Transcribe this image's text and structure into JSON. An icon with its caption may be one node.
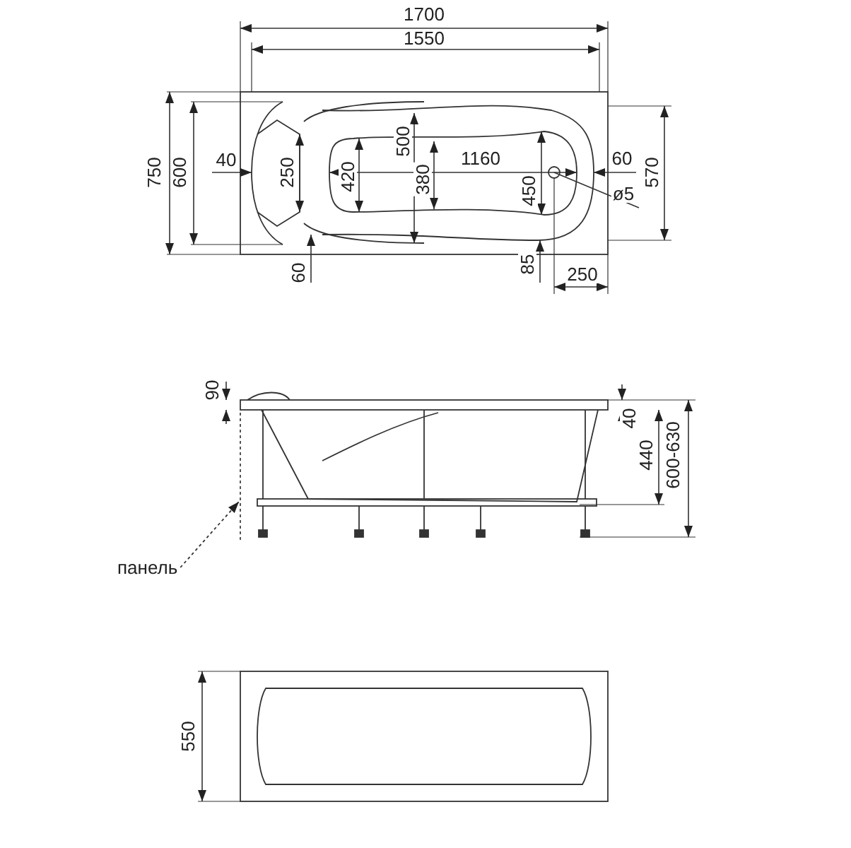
{
  "diagram": {
    "nodes": [
      {
        "text": [
          "панель"
        ]
      },
      {
        "text": [],
        "shape": "bar"
      }
    ],
    "edges": [
      {
        "from": 0,
        "to": 1,
        "arrow": "to"
      }
    ],
    "labels": [
      "1700",
      "1550",
      "750",
      "600",
      "40",
      "250",
      "500",
      "420",
      "380",
      "1160",
      "450",
      "60",
      "ø5",
      "570",
      "60",
      "85",
      "250",
      "90",
      "40",
      "440",
      "600-630",
      "550"
    ]
  }
}
